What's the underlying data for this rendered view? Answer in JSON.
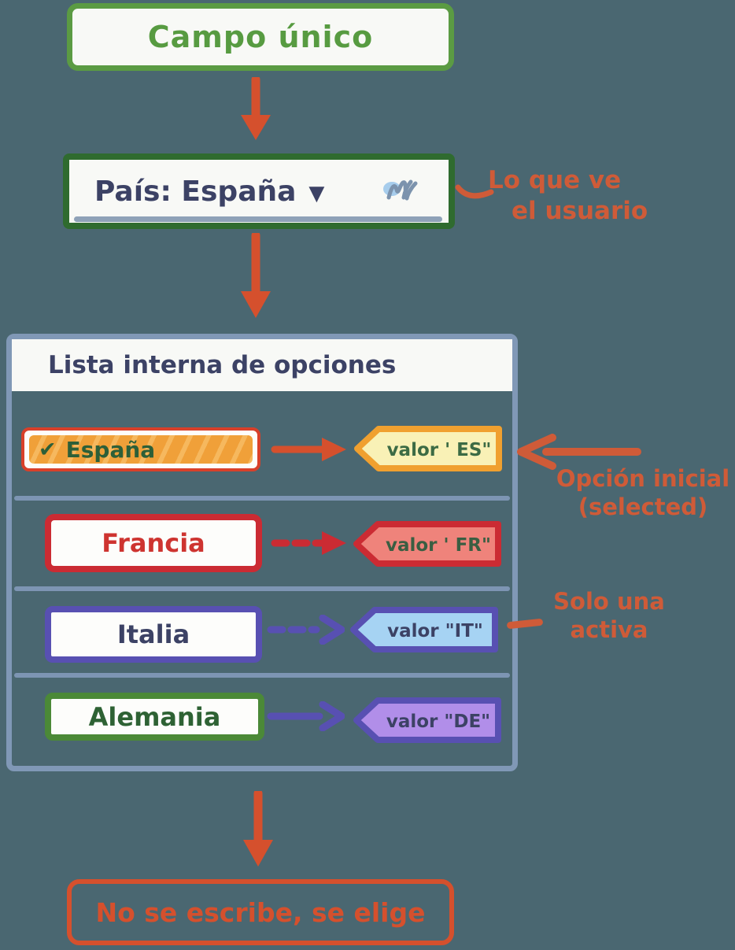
{
  "title_box": {
    "label": "Campo único"
  },
  "dropdown": {
    "label": "País: España",
    "caret": "▼"
  },
  "annotation_user": {
    "line1": "Lo que ve",
    "line2": "el usuario"
  },
  "list": {
    "header": "Lista interna de opciones",
    "rows": [
      {
        "name": "España",
        "check": "✔",
        "value": "valor ' ES\"",
        "selected": true
      },
      {
        "name": "Francia",
        "value": "valor ' FR\"",
        "selected": false
      },
      {
        "name": "Italia",
        "value": "valor \"IT\"",
        "selected": false
      },
      {
        "name": "Alemania",
        "value": "valor \"DE\"",
        "selected": false
      }
    ]
  },
  "annotation_selected": {
    "line1": "Opción inicial",
    "line2": "(selected)"
  },
  "annotation_active": {
    "line1": "Solo una",
    "line2": "activa"
  },
  "footer_box": {
    "label": "No se escribe, se elige"
  },
  "colors": {
    "background": "#4a6771",
    "panel_white": "#f8f9f6",
    "green_mid": "#5b9b43",
    "green_dark": "#2f6b2f",
    "navy": "#3c4265",
    "slate": "#8098b6",
    "arrow_red": "#d5502d",
    "annotation_orange": "#cf5b38",
    "espana_border": "#d8402a",
    "espana_fill": "#f0a039",
    "dark_green_text": "#2d5f38",
    "es_tag_border": "#f0a02f",
    "es_tag_fill": "#f9f1b6",
    "fr_border": "#cb2b33",
    "fr_tag_fill": "#ef837b",
    "francia_text": "#ce3430",
    "indigo": "#5850b2",
    "it_tag_fill": "#a6d3f3",
    "de_tag_fill": "#b18ee9",
    "alemania_border": "#4b8937"
  }
}
